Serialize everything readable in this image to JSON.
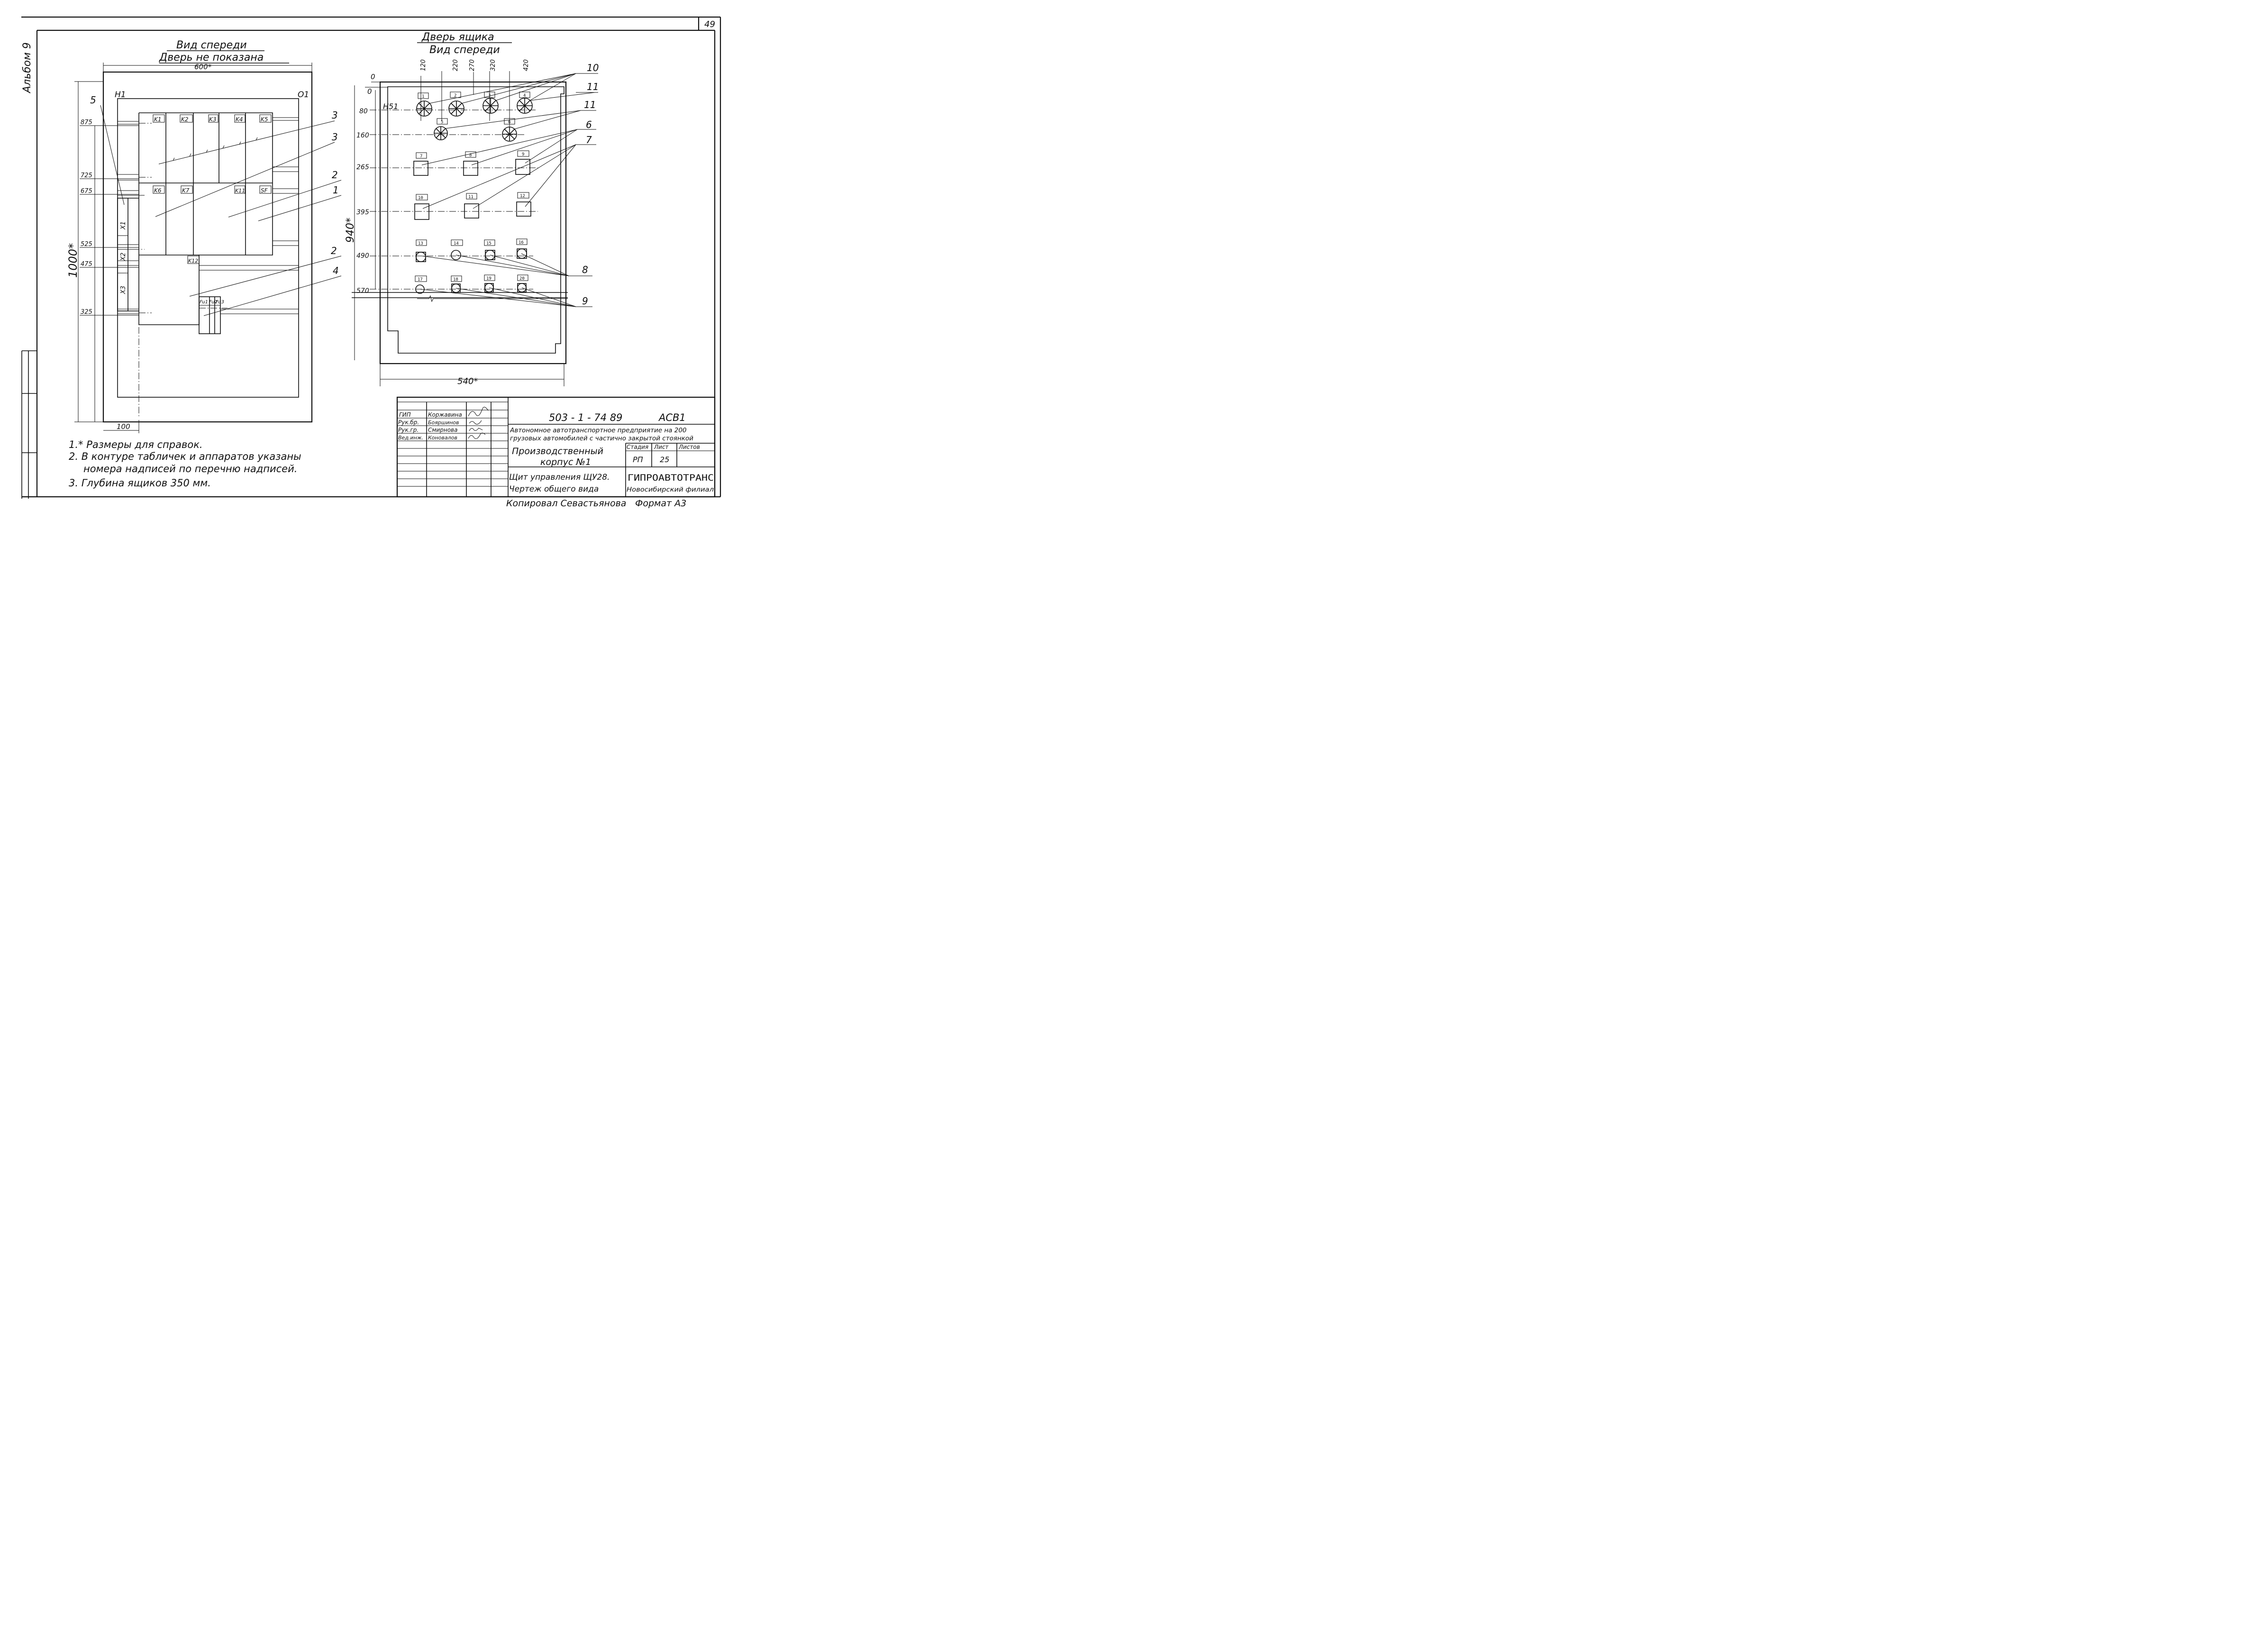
{
  "page_number": "49",
  "album": "Альбом 9",
  "left_view": {
    "title": "Вид спереди",
    "subtitle": "Дверь не показана",
    "width_dim": "600*",
    "height_dim": "1000*",
    "offset_dim": "100",
    "frame_left": "H1",
    "frame_right": "O1",
    "levels": [
      "875",
      "725",
      "675",
      "525",
      "475",
      "325"
    ],
    "devices": [
      "K1",
      "K2",
      "K3",
      "K4",
      "K5",
      "K6",
      "K7",
      "K11",
      "SF",
      "K12",
      "Fu1",
      "Fu2",
      "Fu3"
    ],
    "terminals": [
      "X1",
      "X2",
      "X3"
    ]
  },
  "right_view": {
    "title": "Дверь ящика",
    "subtitle": "Вид спереди",
    "top_dims": [
      "120",
      "220",
      "270",
      "320",
      "420"
    ],
    "zero_top": "0",
    "zero_left": "0",
    "frame_label": "H51",
    "levels": [
      "80",
      "160",
      "265",
      "395",
      "490",
      "570"
    ],
    "height_dim": "940*",
    "width_dim": "540*",
    "plates": [
      "1",
      "2",
      "3",
      "4",
      "5",
      "6",
      "7",
      "8",
      "9",
      "10",
      "11",
      "12",
      "13",
      "14",
      "15",
      "16",
      "17",
      "18",
      "19",
      "20"
    ]
  },
  "callouts": [
    "3",
    "3",
    "2",
    "1",
    "2",
    "4",
    "5",
    "10",
    "11",
    "11",
    "6",
    "7",
    "8",
    "9"
  ],
  "notes": [
    "1.* Размеры для справок.",
    "2. В контуре табличек и аппаратов указаны",
    "номера надписей по перечню надписей.",
    "3. Глубина ящиков 350 мм."
  ],
  "title_block": {
    "doc_code": "503 - 1 - 74 89",
    "sheet_mark": "АСВ1",
    "project_line1": "Автономное автотранспортное предприятие на 200",
    "project_line2": "грузовых автомобилей с частично закрытой стоянкой",
    "object_line1": "Производственный",
    "object_line2": "корпус №1",
    "drawing_line1": "Щит управления ЩУ28.",
    "drawing_line2": "Чертеж общего вида",
    "stage_header": "Стадия",
    "sheet_header": "Лист",
    "sheets_header": "Листов",
    "stage": "РП",
    "sheet": "25",
    "org": "ГИПРОАВТОТРАНС",
    "branch": "Новосибирский филиал",
    "roles": [
      "ГИП",
      "Рук.бр.",
      "Рук.гр.",
      "Вед.инж."
    ],
    "names": [
      "Коржавина",
      "Бояршинов",
      "Смирнова",
      "Коновалов"
    ],
    "copied": "Копировал Севастьянова",
    "format": "Формат А3"
  }
}
